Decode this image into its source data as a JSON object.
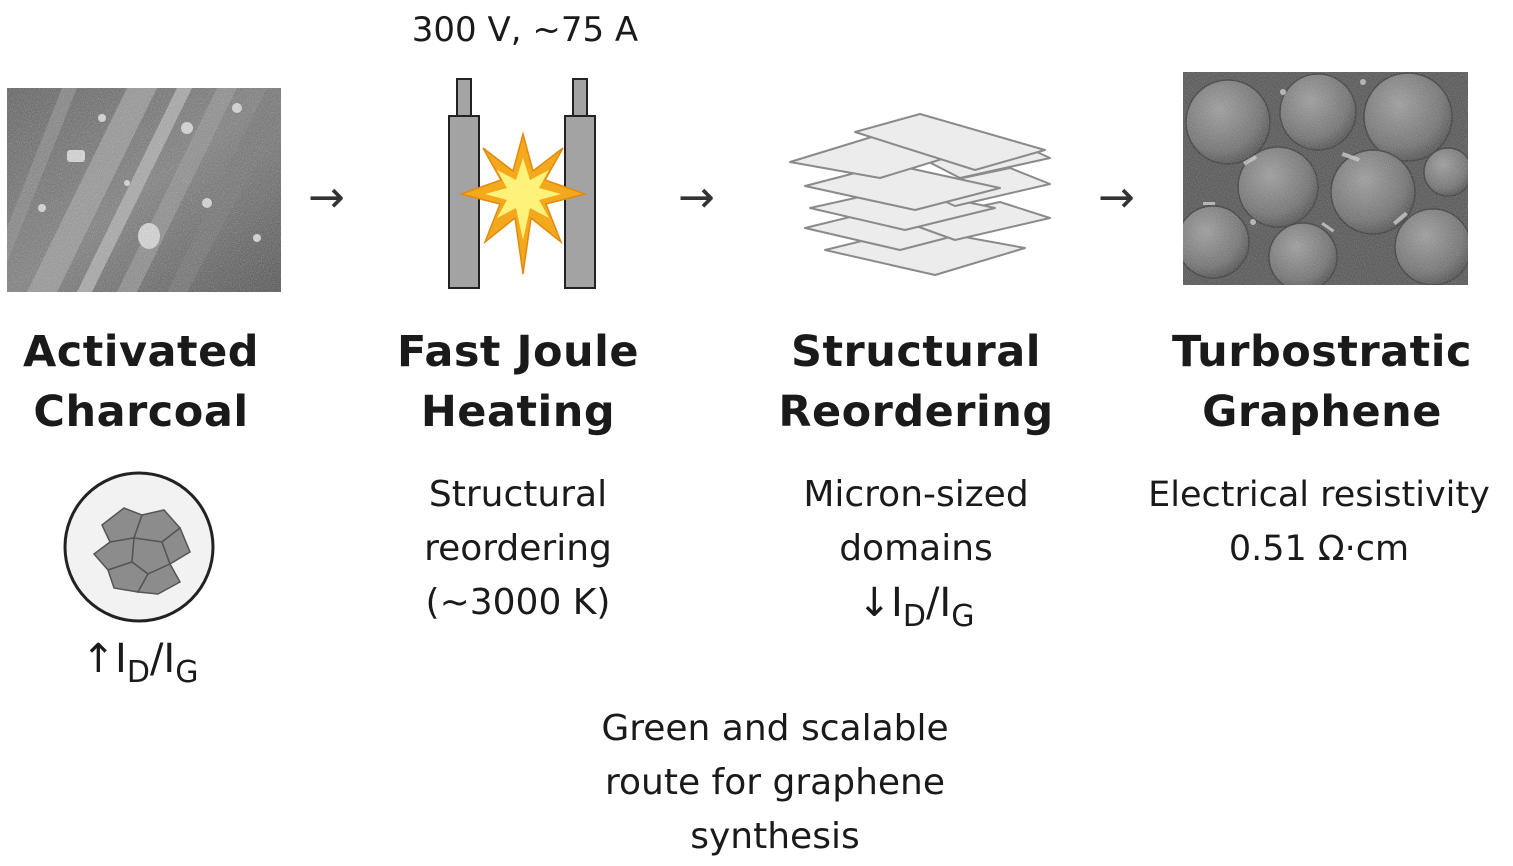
{
  "header": {
    "power_label": "300 V, ~75 A"
  },
  "stages": [
    {
      "title": "Activated\nCharcoal",
      "arrow_symbol": "↑",
      "ratio_main_a": "I",
      "ratio_sub_a": "D",
      "ratio_slash": "/",
      "ratio_main_b": "I",
      "ratio_sub_b": "G"
    },
    {
      "title": "Fast Joule\nHeating",
      "description": "Structural\nreordering\n(~3000 K)"
    },
    {
      "title": "Structural\nReordering",
      "description": "Micron-sized\ndomains",
      "arrow_symbol": "↓",
      "ratio_main_a": "I",
      "ratio_sub_a": "D",
      "ratio_slash": "/",
      "ratio_main_b": "I",
      "ratio_sub_b": "G"
    },
    {
      "title": "Turbostratic\nGraphene",
      "description": "Electrical resistivity\n0.51 Ω·cm"
    }
  ],
  "connectors": {
    "arrow": "→"
  },
  "footer": {
    "note": "Green and scalable\nroute for graphene\nsynthesis"
  },
  "colors": {
    "electrode": "#a3a3a3",
    "spark_outer": "#f4a91c",
    "spark_inner": "#fff27a",
    "sheet_fill": "#ececec",
    "sheet_stroke": "#8a8a8a"
  }
}
